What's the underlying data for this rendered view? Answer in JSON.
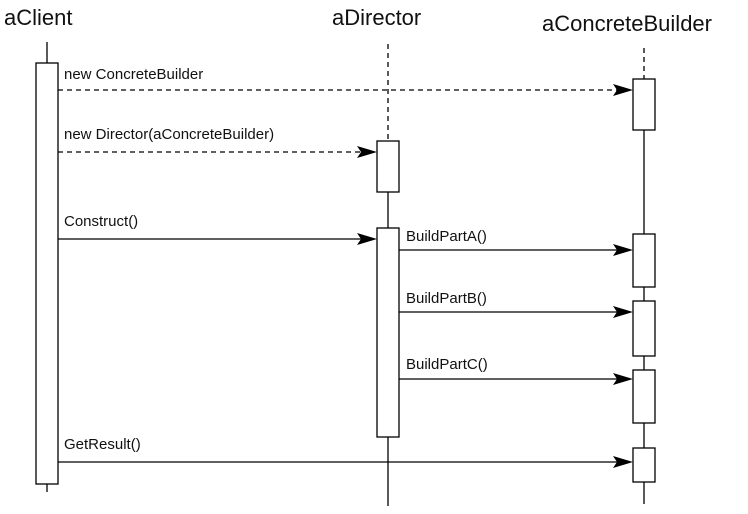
{
  "participants": [
    {
      "id": "client",
      "name": "aClient"
    },
    {
      "id": "director",
      "name": "aDirector"
    },
    {
      "id": "builder",
      "name": "aConcreteBuilder"
    }
  ],
  "messages": [
    {
      "id": "m1",
      "label": "new ConcreteBuilder",
      "from": "client",
      "to": "builder",
      "style": "dashed"
    },
    {
      "id": "m2",
      "label": "new Director(aConcreteBuilder)",
      "from": "client",
      "to": "director",
      "style": "dashed"
    },
    {
      "id": "m3",
      "label": "Construct()",
      "from": "client",
      "to": "director",
      "style": "solid"
    },
    {
      "id": "m4",
      "label": "BuildPartA()",
      "from": "director",
      "to": "builder",
      "style": "solid"
    },
    {
      "id": "m5",
      "label": "BuildPartB()",
      "from": "director",
      "to": "builder",
      "style": "solid"
    },
    {
      "id": "m6",
      "label": "BuildPartC()",
      "from": "director",
      "to": "builder",
      "style": "solid"
    },
    {
      "id": "m7",
      "label": "GetResult()",
      "from": "client",
      "to": "builder",
      "style": "solid"
    }
  ]
}
